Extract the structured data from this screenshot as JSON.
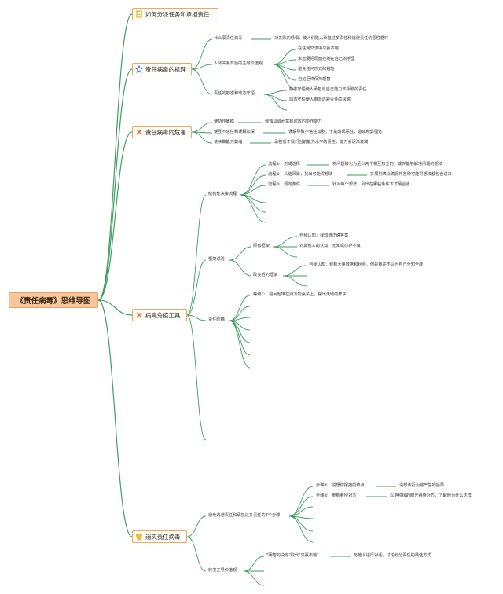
{
  "root": {
    "title": "《责任病毒》思维导图"
  },
  "branches": [
    {
      "label": "如何分派任务和承担责任",
      "icon": "document-icon"
    },
    {
      "label": "责任病毒的机理",
      "icon": "star-icon",
      "items": [
        {
          "label": "什么事责任病毒",
          "detail": "对失败的恐惧，使人们陷入承担过多责任和逃避责任的恶性循环"
        },
        {
          "label": "人际关系背后的主导价值观",
          "subs": [
            "在任何交流中只赢不输",
            "永远要把局面控制在自己的手里",
            "避免任何形式的尴尬",
            "自始至终保持理智"
          ]
        },
        {
          "label": "责任的静态和动态守恒",
          "subs": [
            "静态守恒使人承担与自己能力不相称的责任",
            "动态守恒使人倒向逃避责任的极端"
          ]
        }
      ]
    },
    {
      "label": "责任病毒的危害",
      "icon": "tools-icon",
      "items": [
        {
          "label": "使协作瘫痪",
          "detail": "侵蚀具诚而富有成效的协作能力"
        },
        {
          "label": "使互不信任和误解加深",
          "detail": "误解导致不信任加剧，于是出现恶性，造成积弊僵化"
        },
        {
          "label": "使决策能力萎缩",
          "detail": "承担低于我们当前能力水平的责任，能力会逐渐衰减"
        }
      ]
    },
    {
      "label": "病毒免疫工具",
      "icon": "tools-icon",
      "items": [
        {
          "label": "结构化决策流程",
          "steps": [
            {
              "label": "流程①：形成选择",
              "detail": "将问题转化为至少两个相互独立的，或许能够解决问题的想法"
            },
            {
              "label": "流程②：头脑风暴，找出可能得想法",
              "detail": "扩展列表以确保将各种可能得想法都包含进来"
            },
            {
              "label": "流程③：规定条件",
              "detail": "针对每个想法，列出在哪些条件下才最合适"
            }
          ]
        },
        {
          "label": "框架试验",
          "groups": [
            {
              "label": "原有框架",
              "subs": [
                "自我认知：我知道正确答案",
                "对其他人的认知：无知或心存不良"
              ]
            },
            {
              "label": "改变后的框架",
              "subs": [
                "自我认知：我有大量数据和经验，但是我并不认为自己全知全能"
              ]
            }
          ]
        },
        {
          "label": "责任阶梯",
          "subs": [
            "等级①：把问题堆在对方的桌子上，摆出无助的样子"
          ]
        }
      ]
    },
    {
      "label": "消灭责任病毒",
      "icon": "shield-icon",
      "items": [
        {
          "label": "避免逃避责任和承担过多责任的7个步骤",
          "steps": [
            {
              "label": "步骤①：说想你报担的终点",
              "detail": "设想该行为将产生的后果"
            },
            {
              "label": "步骤②：重新看待对方",
              "detail": "以更积极的眼光看待对方，了解他为什么这样"
            }
          ]
        },
        {
          "label": "转变主导价值观",
          "steps": [
            {
              "label": "\"明智的决定\"取代\"只赢不输\"",
              "detail": "与他人进行对话，讨论划分责任的最佳方式"
            }
          ]
        }
      ]
    }
  ],
  "colors": {
    "line": "#3f9e5e",
    "root_fill": "#f7c79a",
    "branch_border": "#f0a860",
    "star": "#2f6fd6",
    "tools": "#d63b3b",
    "doc": "#e0a000"
  }
}
